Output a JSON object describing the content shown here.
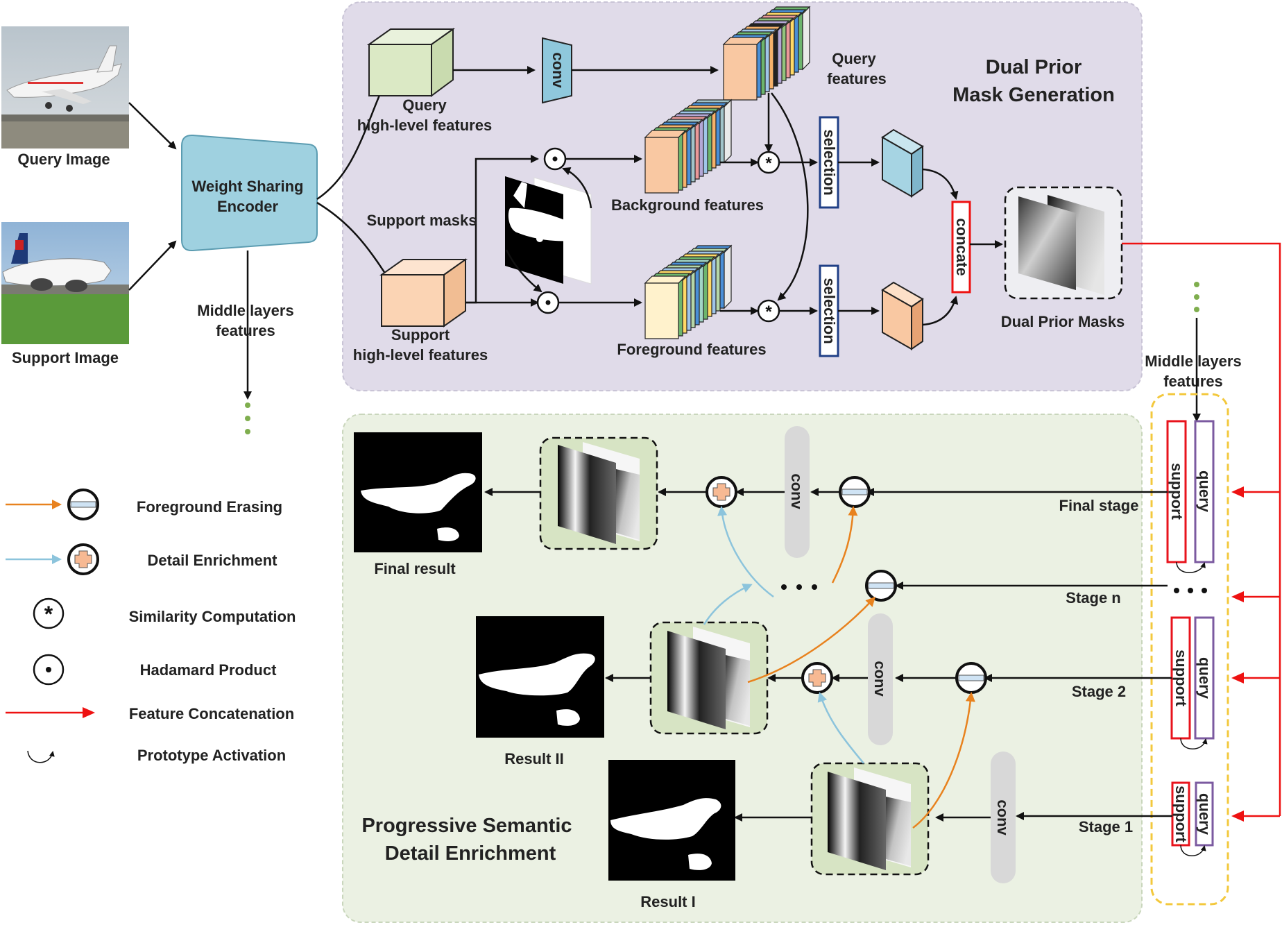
{
  "inputs": {
    "query_image": "Query Image",
    "support_image": "Support Image"
  },
  "encoder": {
    "line1": "Weight Sharing",
    "line2": "Encoder"
  },
  "middle_left": {
    "line1": "Middle layers",
    "line2": "features"
  },
  "middle_right": {
    "line1": "Middle layers",
    "line2": "features"
  },
  "dpmg": {
    "title_line1": "Dual Prior",
    "title_line2": "Mask Generation",
    "query_hl_line1": "Query",
    "query_hl_line2": "high-level features",
    "support_hl_line1": "Support",
    "support_hl_line2": "high-level features",
    "query_feat_line1": "Query",
    "query_feat_line2": "features",
    "support_masks": "Support masks",
    "background_features": "Background features",
    "foreground_features": "Foreground features",
    "conv": "conv",
    "selection": "selection",
    "concate": "concate",
    "dual_prior_masks": "Dual Prior Masks"
  },
  "psde": {
    "title_line1": "Progressive Semantic",
    "title_line2": "Detail Enrichment",
    "conv": "conv",
    "final_result": "Final result",
    "result_2": "Result II",
    "result_1": "Result I",
    "stages": {
      "final": "Final stage",
      "n": "Stage n",
      "two": "Stage 2",
      "one": "Stage 1"
    },
    "support": "support",
    "query": "query"
  },
  "legend": {
    "foreground_erasing": "Foreground Erasing",
    "detail_enrichment": "Detail   Enrichment",
    "similarity": "Similarity  Computation",
    "hadamard": "Hadamard   Product",
    "concatenation": "Feature Concatenation",
    "prototype": "Prototype  Activation"
  },
  "colors": {
    "dpmg_panel": "#e0dbe9",
    "psde_panel": "#ebf1e3",
    "encoder": "#9fd1e0",
    "query_cube": "#dbe9c5",
    "support_cube": "#fbd4b4",
    "feature_concat": "#ee1111",
    "foreground_erasing": "#e8821e",
    "detail_enrichment": "#8cc4dc",
    "support_bar": "#e8131c",
    "query_bar": "#7b5aa0"
  }
}
